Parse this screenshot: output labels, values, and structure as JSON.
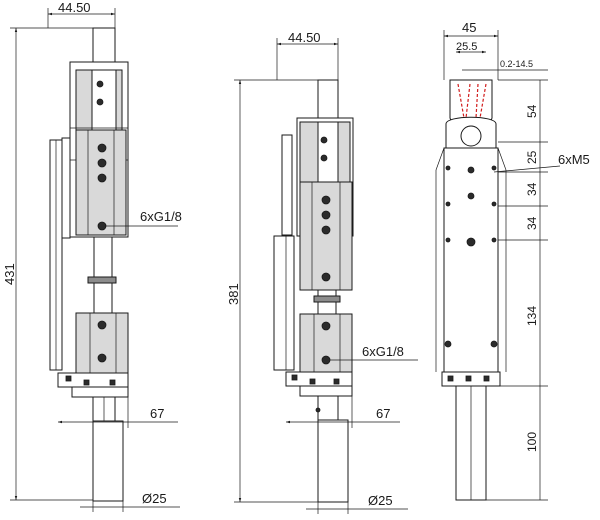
{
  "views": {
    "left": {
      "width_top": "44.50",
      "height": "431",
      "port_label": "6xG1/8",
      "width_bottom": "67",
      "diameter": "Ø25"
    },
    "middle": {
      "width_top": "44.50",
      "height": "381",
      "port_label": "6xG1/8",
      "width_bottom": "67",
      "diameter": "Ø25"
    },
    "right": {
      "width_top": "45",
      "inner_width": "25.5",
      "stroke_range": "0.2-14.5",
      "thread_label": "6xM5",
      "dims": [
        "54",
        "25",
        "34",
        "34",
        "134",
        "100"
      ]
    }
  },
  "colors": {
    "line": "#1a1a1a",
    "jaw_highlight": "#d11a1a"
  }
}
